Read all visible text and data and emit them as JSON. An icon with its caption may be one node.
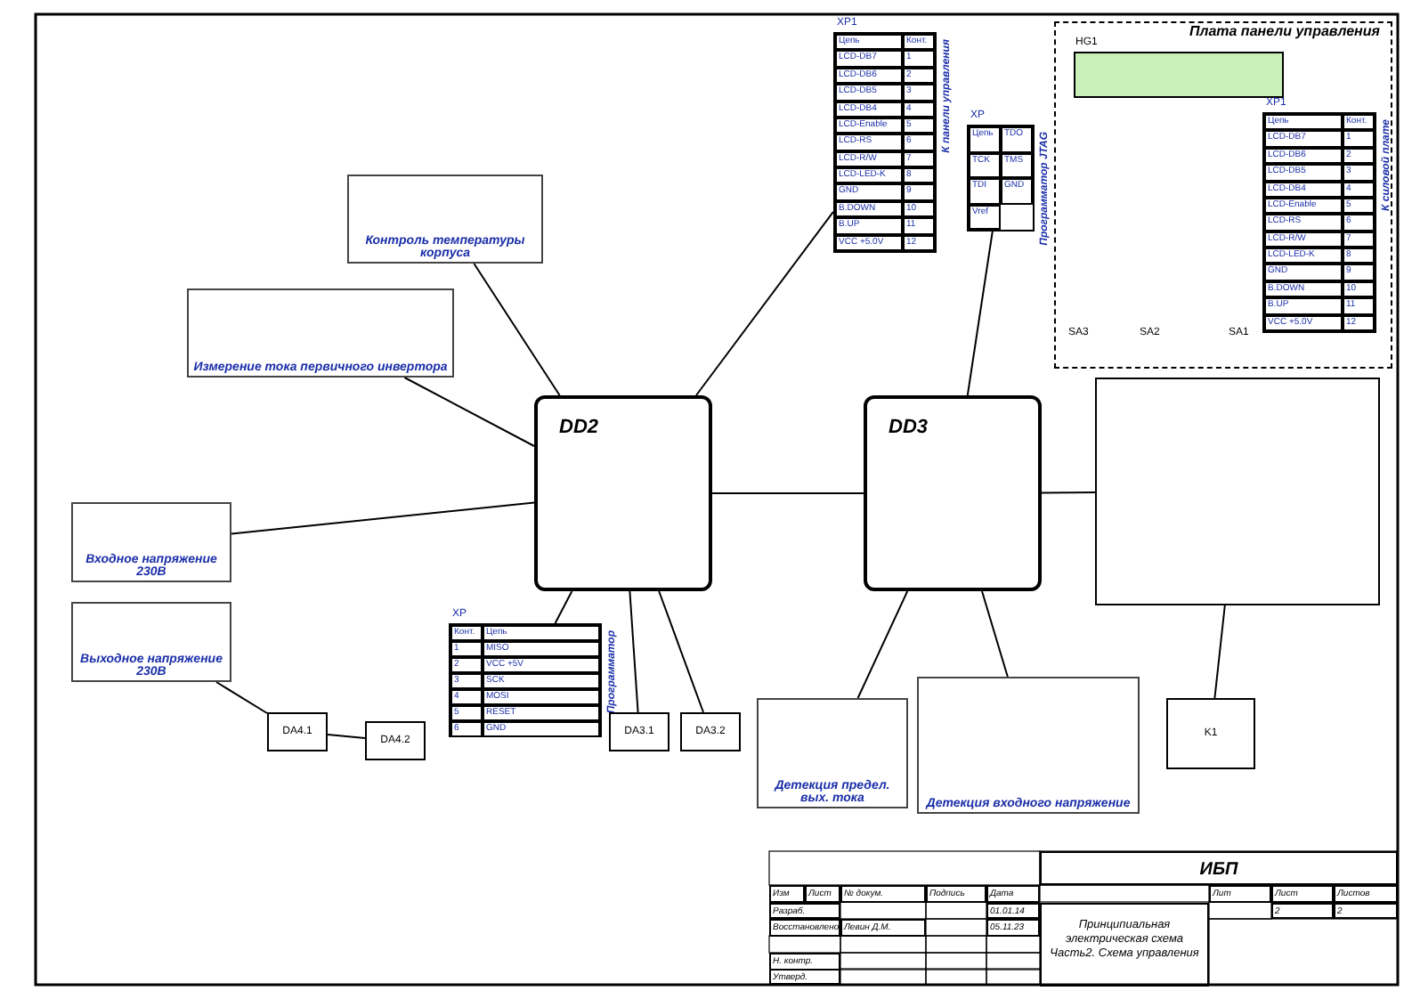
{
  "diagram": {
    "nodes": [
      {
        "text": [
          "Плата панели управления"
        ]
      },
      {
        "text": [],
        "shape": "box",
        "in": 0,
        "beside": [
          "HG1"
        ]
      },
      {
        "text": [
          "XP1",
          "Цепь",
          "Конт.",
          "LCD-DB7",
          "1",
          "LCD-DB6",
          "2",
          "LCD-DB5",
          "3",
          "LCD-DB4",
          "4",
          "LCD-Enable",
          "5",
          "LCD-RS",
          "6",
          "LCD-R/W",
          "7",
          "LCD-LED-K",
          "8",
          "GND",
          "9",
          "B.DOWN",
          "10",
          "B.UP",
          "11",
          "VCC +5.0V",
          "12"
        ],
        "in": 0,
        "beside": [
          "К силовой плате"
        ]
      },
      {
        "text": [
          "XP1",
          "Цепь",
          "Конт.",
          "LCD-DB7",
          "1",
          "LCD-DB6",
          "2",
          "LCD-DB5",
          "3",
          "LCD-DB4",
          "4",
          "LCD-Enable",
          "5",
          "LCD-RS",
          "6",
          "LCD-R/W",
          "7",
          "LCD-LED-K",
          "8",
          "GND",
          "9",
          "B.DOWN",
          "10",
          "B.UP",
          "11",
          "VCC +5.0V",
          "12"
        ],
        "beside": [
          "К панели управления"
        ]
      },
      {
        "text": [
          "XP",
          "Цепь",
          "TDO",
          "TCK",
          "TMS",
          "TDI",
          "GND",
          "Vref"
        ],
        "beside": [
          "Программатор JTAG"
        ]
      },
      {
        "text": [
          "Контроль температуры корпуса"
        ]
      },
      {
        "text": [
          "Измерение тока первичного инвертора"
        ]
      },
      {
        "text": [
          "DD2"
        ]
      },
      {
        "text": [
          "DD3"
        ]
      },
      {
        "text": [
          "Входное напряжение 230В"
        ]
      },
      {
        "text": [
          "Выходное напряжение 230В"
        ]
      },
      {
        "text": [
          "DA4.1"
        ]
      },
      {
        "text": [
          "DA4.2"
        ]
      },
      {
        "text": [
          "XP",
          "Конт.",
          "Цепь",
          "1",
          "MISO",
          "2",
          "VCC +5V",
          "3",
          "SCK",
          "4",
          "MOSI",
          "5",
          "RESET",
          "6",
          "GND"
        ],
        "beside": [
          "Программатор"
        ]
      },
      {
        "text": [
          "DA3.1"
        ]
      },
      {
        "text": [
          "DA3.2"
        ]
      },
      {
        "text": [
          "Детекция предел. вых. тока"
        ]
      },
      {
        "text": [
          "Детекция входного напряжение"
        ]
      },
      {
        "text": [],
        "shape": "box"
      },
      {
        "text": [
          "K1"
        ]
      }
    ],
    "edges": [
      {
        "from": 3,
        "to": 7,
        "arrow": "none"
      },
      {
        "from": 4,
        "to": 8,
        "arrow": "none"
      },
      {
        "from": 7,
        "to": 8,
        "arrow": "none"
      },
      {
        "from": 13,
        "to": 7,
        "arrow": "none"
      },
      {
        "from": 8,
        "to": 18,
        "arrow": "none"
      },
      {
        "from": 5,
        "to": 7,
        "arrow": "none"
      },
      {
        "from": 6,
        "to": 7,
        "arrow": "none"
      },
      {
        "from": 9,
        "to": 7,
        "arrow": "none"
      },
      {
        "from": 10,
        "to": 11,
        "arrow": "none"
      },
      {
        "from": 11,
        "to": 12,
        "arrow": "none"
      },
      {
        "from": 14,
        "to": 7,
        "arrow": "none"
      },
      {
        "from": 15,
        "to": 7,
        "arrow": "none"
      },
      {
        "from": 16,
        "to": 8,
        "arrow": "none"
      },
      {
        "from": 17,
        "to": 8,
        "arrow": "none"
      },
      {
        "from": 19,
        "to": 18,
        "arrow": "none"
      }
    ],
    "labels": [
      "SA3",
      "SA2",
      "SA1",
      "ИБП",
      "Изм",
      "Лист",
      "№ докум.",
      "Подпись",
      "Дата",
      "Разраб.",
      "01.01.14",
      "Восстановлено",
      "Левин Д.М.",
      "05.11.23",
      "Принципиальная электрическая схема Часть2. Схема управления",
      "Лит",
      "Лист",
      "Листов",
      "2",
      "2",
      "Н. контр.",
      "Утверд."
    ]
  }
}
